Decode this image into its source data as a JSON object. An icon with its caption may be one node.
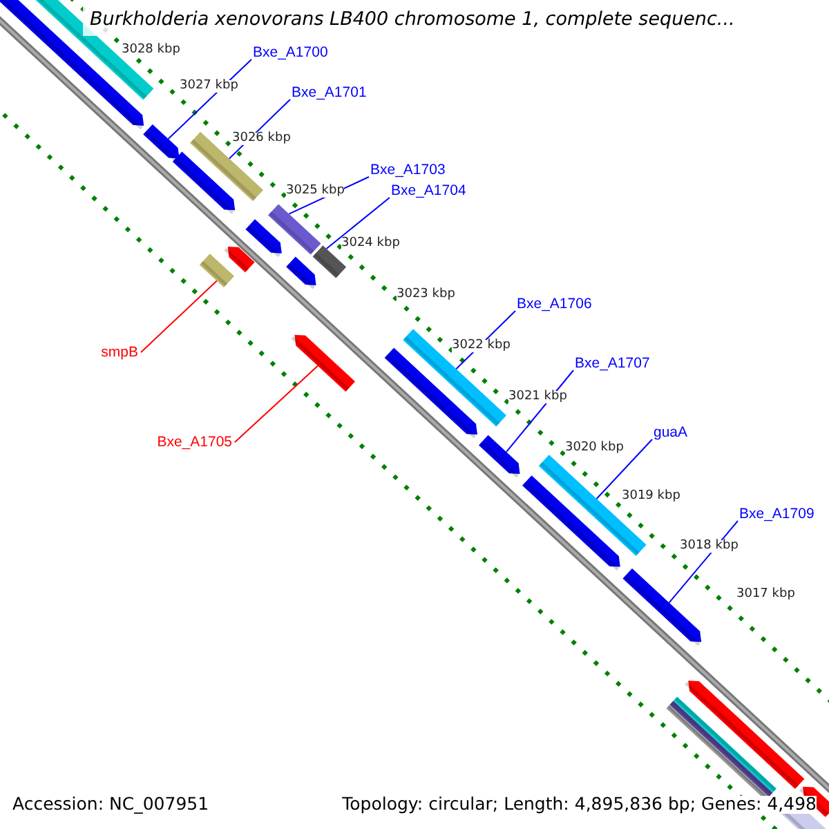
{
  "diagram": {
    "title": "Burkholderia xenovorans LB400 chromosome 1, complete sequenc...",
    "nodes": [
      {
        "text": [
          "Bxe_A1700"
        ]
      },
      {
        "text": [
          "Bxe_A1701"
        ]
      },
      {
        "text": [
          "Bxe_A1703"
        ]
      },
      {
        "text": [
          "Bxe_A1704"
        ]
      },
      {
        "text": [
          "Bxe_A1706"
        ]
      },
      {
        "text": [
          "smpB"
        ]
      },
      {
        "text": [
          "Bxe_A1707"
        ]
      },
      {
        "text": [
          "guaA"
        ]
      },
      {
        "text": [
          "Bxe_A1705"
        ]
      },
      {
        "text": [
          "Bxe_A1709"
        ]
      },
      {
        "text": [],
        "shape": "bar"
      },
      {
        "text": [],
        "shape": "bar"
      },
      {
        "text": [],
        "shape": "bar"
      },
      {
        "text": [],
        "shape": "bar"
      },
      {
        "text": [],
        "shape": "bar"
      },
      {
        "text": [],
        "shape": "bar"
      },
      {
        "text": [],
        "shape": "bar"
      },
      {
        "text": [],
        "shape": "bar"
      },
      {
        "text": [],
        "shape": "bar"
      },
      {
        "text": [],
        "shape": "bar"
      }
    ],
    "edges": [
      {
        "from": 0,
        "to": 10,
        "arrow": "none"
      },
      {
        "from": 1,
        "to": 11,
        "arrow": "none"
      },
      {
        "from": 2,
        "to": 12,
        "arrow": "none"
      },
      {
        "from": 3,
        "to": 13,
        "arrow": "none"
      },
      {
        "from": 4,
        "to": 14,
        "arrow": "none"
      },
      {
        "from": 5,
        "to": 15,
        "arrow": "none",
        "color": "#ff0000"
      },
      {
        "from": 6,
        "to": 16,
        "arrow": "none"
      },
      {
        "from": 7,
        "to": 17,
        "arrow": "none"
      },
      {
        "from": 8,
        "to": 18,
        "arrow": "none",
        "color": "#ff0000"
      },
      {
        "from": 9,
        "to": 19,
        "arrow": "none"
      }
    ],
    "labels": [
      "3028 kbp",
      "3027 kbp",
      "3026 kbp",
      "3025 kbp",
      "3024 kbp",
      "3023 kbp",
      "3022 kbp",
      "3021 kbp",
      "3020 kbp",
      "3019 kbp",
      "3018 kbp",
      "3017 kbp",
      "Accession: NC_007951",
      "Topology: circular; Length: 4,895,836 bp; Genes: 4,498"
    ]
  }
}
